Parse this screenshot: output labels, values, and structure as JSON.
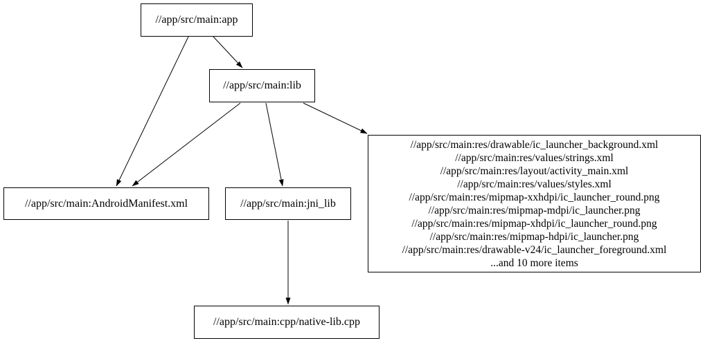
{
  "diagram": {
    "type": "dependency-graph",
    "background_color": "#ffffff",
    "node_fill_color": "#ffffff",
    "node_border_color": "#000000",
    "edge_color": "#000000",
    "text_color": "#000000",
    "nodes": {
      "app": {
        "label": "//app/src/main:app"
      },
      "lib": {
        "label": "//app/src/main:lib"
      },
      "manifest": {
        "label": "//app/src/main:AndroidManifest.xml"
      },
      "jni_lib": {
        "label": "//app/src/main:jni_lib"
      },
      "native_cpp": {
        "label": "//app/src/main:cpp/native-lib.cpp"
      },
      "resources": {
        "lines": [
          "//app/src/main:res/drawable/ic_launcher_background.xml",
          "//app/src/main:res/values/strings.xml",
          "//app/src/main:res/layout/activity_main.xml",
          "//app/src/main:res/values/styles.xml",
          "//app/src/main:res/mipmap-xxhdpi/ic_launcher_round.png",
          "//app/src/main:res/mipmap-mdpi/ic_launcher.png",
          "//app/src/main:res/mipmap-xhdpi/ic_launcher_round.png",
          "//app/src/main:res/mipmap-hdpi/ic_launcher.png",
          "//app/src/main:res/drawable-v24/ic_launcher_foreground.xml",
          "...and 10 more items"
        ]
      }
    },
    "edges": [
      {
        "from": "//app/src/main:app",
        "to": "//app/src/main:AndroidManifest.xml"
      },
      {
        "from": "//app/src/main:app",
        "to": "//app/src/main:lib"
      },
      {
        "from": "//app/src/main:lib",
        "to": "//app/src/main:AndroidManifest.xml"
      },
      {
        "from": "//app/src/main:lib",
        "to": "//app/src/main:jni_lib"
      },
      {
        "from": "//app/src/main:lib",
        "to": "resources-group"
      },
      {
        "from": "//app/src/main:jni_lib",
        "to": "//app/src/main:cpp/native-lib.cpp"
      }
    ]
  }
}
